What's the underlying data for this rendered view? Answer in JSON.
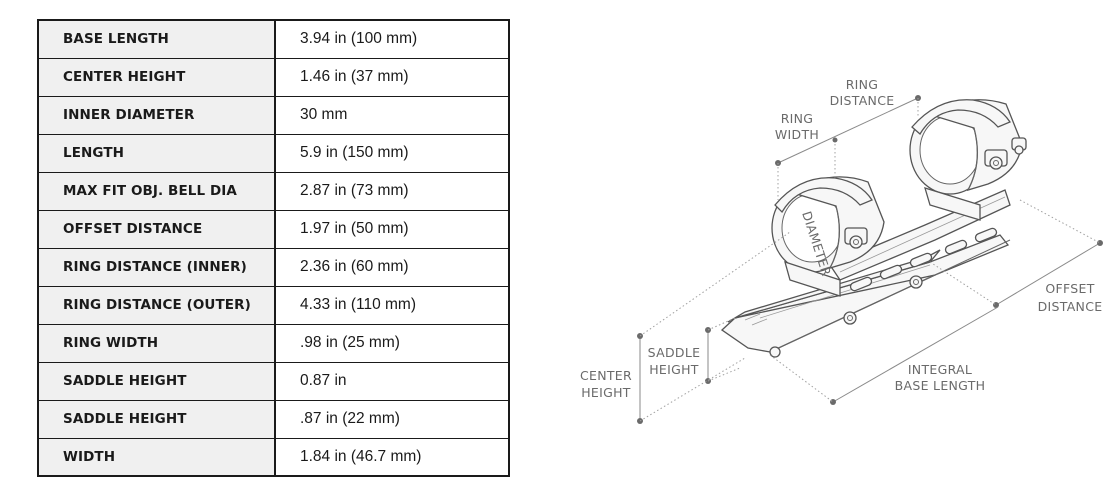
{
  "specs": [
    {
      "label": "BASE LENGTH",
      "value": "3.94 in (100 mm)"
    },
    {
      "label": "CENTER HEIGHT",
      "value": "1.46 in (37 mm)"
    },
    {
      "label": "INNER DIAMETER",
      "value": "30 mm"
    },
    {
      "label": "LENGTH",
      "value": "5.9 in (150 mm)"
    },
    {
      "label": "MAX FIT OBJ. BELL DIA",
      "value": "2.87 in (73 mm)"
    },
    {
      "label": "OFFSET DISTANCE",
      "value": "1.97 in (50 mm)"
    },
    {
      "label": "RING DISTANCE (INNER)",
      "value": "2.36 in (60 mm)"
    },
    {
      "label": "RING DISTANCE (OUTER)",
      "value": "4.33 in (110 mm)"
    },
    {
      "label": "RING WIDTH",
      "value": ".98 in (25 mm)"
    },
    {
      "label": "SADDLE HEIGHT",
      "value": "0.87 in"
    },
    {
      "label": "SADDLE HEIGHT",
      "value": ".87 in (22 mm)"
    },
    {
      "label": "WIDTH",
      "value": "1.84 in (46.7 mm)"
    }
  ],
  "diagram": {
    "ring_distance": [
      "RING",
      "DISTANCE"
    ],
    "ring_width": [
      "RING",
      "WIDTH"
    ],
    "diameter": "DIAMETER",
    "offset_distance": [
      "OFFSET",
      "DISTANCE"
    ],
    "saddle_height": [
      "SADDLE",
      "HEIGHT"
    ],
    "center_height": [
      "CENTER",
      "HEIGHT"
    ],
    "integral_base_length": [
      "INTEGRAL",
      "BASE LENGTH"
    ]
  }
}
